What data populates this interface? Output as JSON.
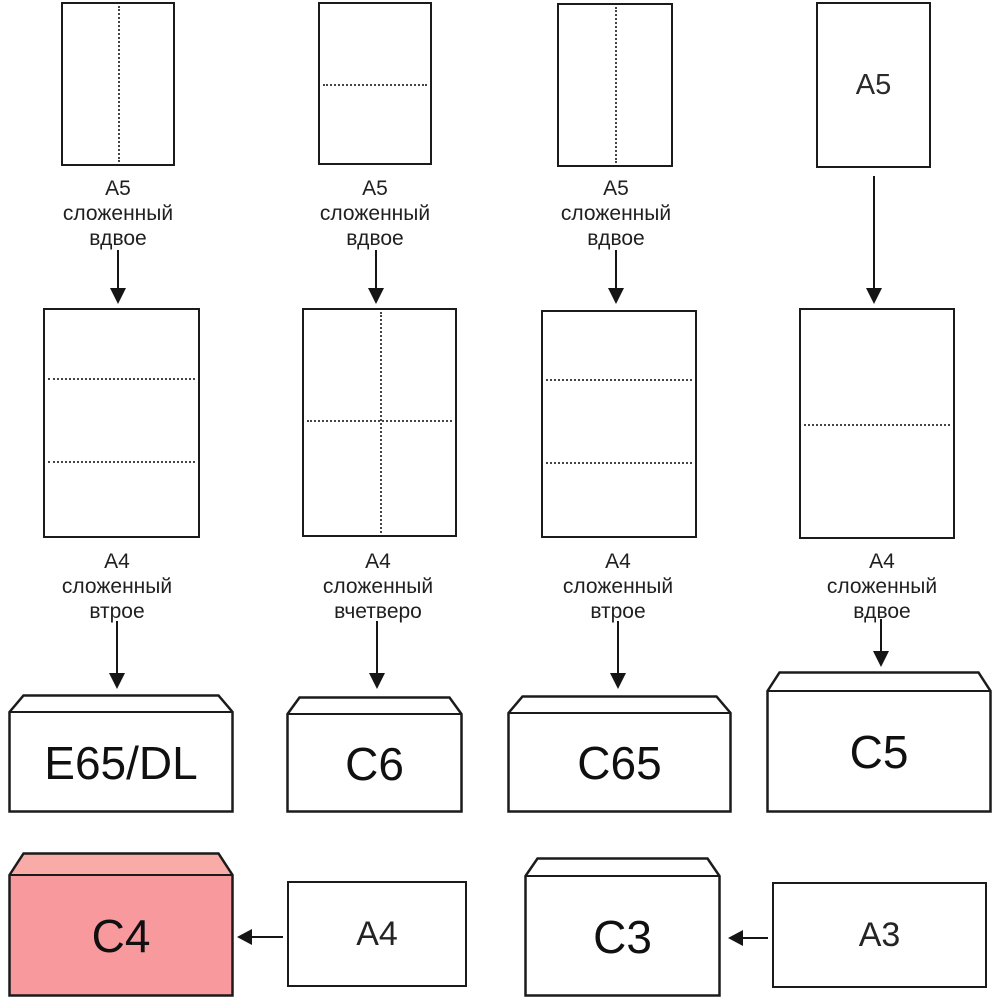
{
  "colors": {
    "line": "#1b1b1b",
    "fold_line": "#454545",
    "highlight_envelope_body": "#f89a9d",
    "highlight_envelope_flap": "#f9aba8",
    "background": "#ffffff"
  },
  "row1": {
    "col1": {
      "caption": [
        "А5",
        "сложенный",
        "вдвое"
      ]
    },
    "col2": {
      "caption": [
        "А5",
        "сложенный",
        "вдвое"
      ]
    },
    "col3": {
      "caption": [
        "А5",
        "сложенный",
        "вдвое"
      ]
    },
    "col4": {
      "sheet_label": "А5"
    }
  },
  "row2": {
    "col1": {
      "caption": [
        "А4",
        "сложенный",
        "втрое"
      ]
    },
    "col2": {
      "caption": [
        "А4",
        "сложенный",
        "вчетверо"
      ]
    },
    "col3": {
      "caption": [
        "А4",
        "сложенный",
        "втрое"
      ]
    },
    "col4": {
      "caption": [
        "А4",
        "сложенный",
        "вдвое"
      ]
    }
  },
  "envelopes": {
    "e65dl": "E65/DL",
    "c6": "C6",
    "c65": "C65",
    "c5": "C5",
    "c4": "C4",
    "c3": "C3"
  },
  "bottom_sheets": {
    "a4": "A4",
    "a3": "A3"
  }
}
